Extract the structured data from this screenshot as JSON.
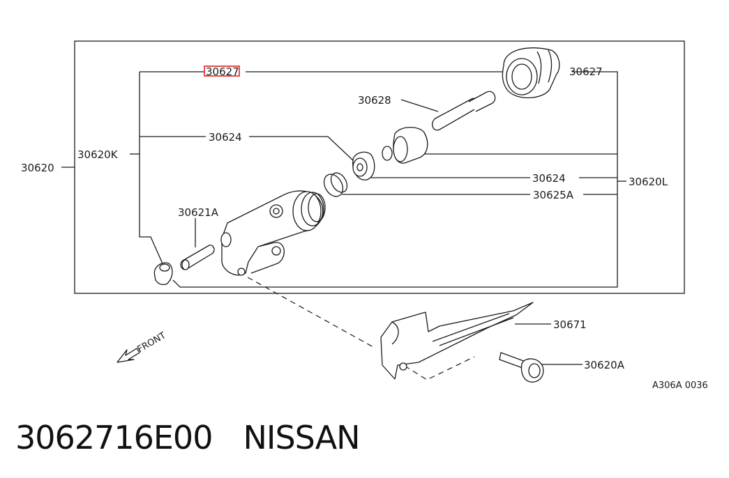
{
  "labels": {
    "l30627_highlighted": "30627",
    "l30627_right": "30627",
    "l30628": "30628",
    "l30624_upper": "30624",
    "l30620K": "30620K",
    "l30620": "30620",
    "l30624_lower": "30624",
    "l30620L": "30620L",
    "l30625A": "30625A",
    "l30621A": "30621A",
    "l30671": "30671",
    "l30620A": "30620A",
    "front": "FRONT",
    "diagram_code": "A306A 0036"
  },
  "highlight": {
    "color": "#e02020",
    "target": "30627"
  },
  "footer": {
    "part_number": "3062716E00",
    "brand": "NISSAN"
  }
}
